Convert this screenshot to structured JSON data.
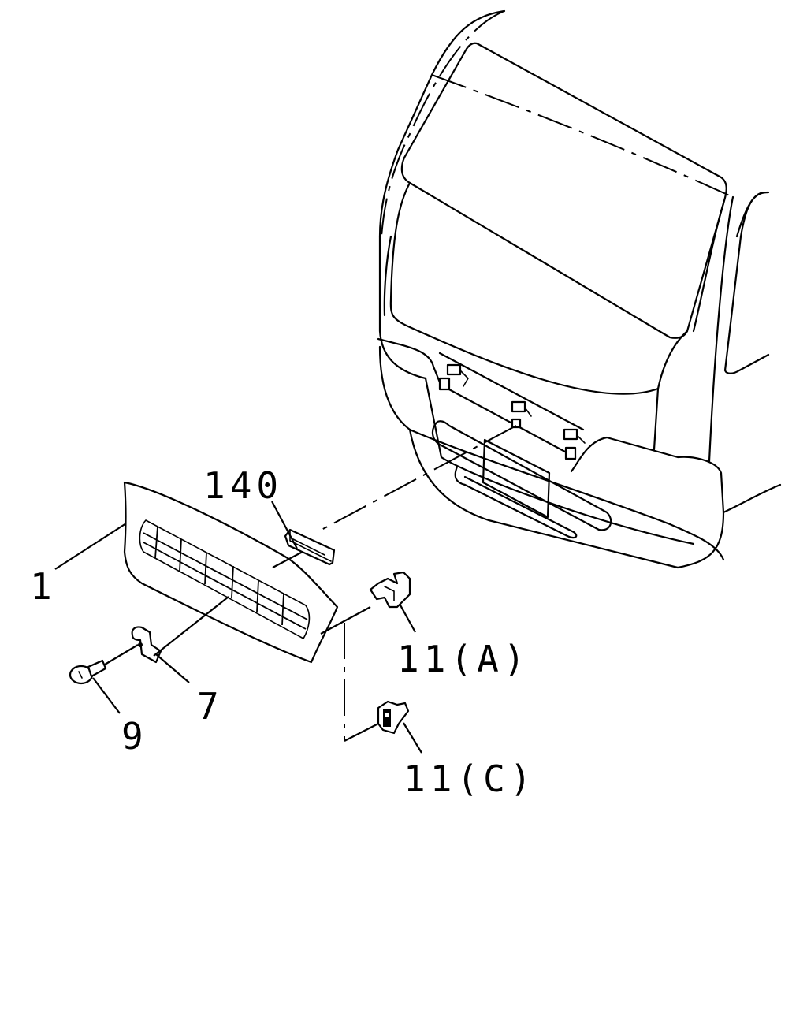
{
  "callouts": {
    "grille": "1",
    "emblem": "140",
    "bracket": "7",
    "screw": "9",
    "clip_a": "11(A)",
    "clip_c": "11(C)"
  },
  "colors": {
    "line": "#000000",
    "background": "#ffffff"
  }
}
